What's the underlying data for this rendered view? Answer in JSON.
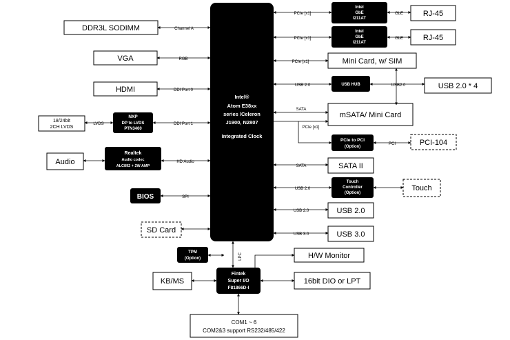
{
  "cpu": {
    "lines": [
      "Intel®",
      "Atom E38xx",
      "series /Celeron",
      "J1900, N2807",
      "",
      "Integrated Clock"
    ]
  },
  "chips": {
    "gbe1": [
      "Intel",
      "GbE",
      "I211AT"
    ],
    "gbe2": [
      "Intel",
      "GbE",
      "I211AT"
    ],
    "usb_hub": [
      "USB HUB"
    ],
    "pcie_pci": [
      "PCIe to PCI",
      "(Option)"
    ],
    "touch_ctrl": [
      "Touch",
      "Controller",
      "(Option)"
    ],
    "nxp": [
      "NXP",
      "DP to LVDS",
      "PTN3460"
    ],
    "realtek": [
      "Realtek",
      "Audio codec",
      "ALC892 + 2W AMP"
    ],
    "bios": [
      "BIOS"
    ],
    "tpm": [
      "TPM",
      "(Option)"
    ],
    "fintek": [
      "Fintek",
      "Super I/O",
      "F81866D-I"
    ]
  },
  "boxes": {
    "rj45_1": "RJ-45",
    "rj45_2": "RJ-45",
    "mini_card_sim": "Mini Card, w/ SIM",
    "usb20x4": "USB 2.0 * 4",
    "msata": "mSATA/ Mini Card",
    "pci104": "PCI-104",
    "sata2": "SATA II",
    "touch": "Touch",
    "usb20": "USB 2.0",
    "usb30": "USB 3.0",
    "ddr3l": "DDR3L SODIMM",
    "vga": "VGA",
    "hdmi": "HDMI",
    "lvds": [
      "18/24bit",
      "2CH LVDS"
    ],
    "audio": "Audio",
    "sdcard": "SD Card",
    "hw_monitor": "H/W Monitor",
    "kbms": "KB/MS",
    "dio_lpt": "16bit DIO or LPT",
    "com": [
      "COM1 ~ 6",
      "COM2&3 support RS232/485/422"
    ]
  },
  "labels": {
    "pcie_x1_a": "PCIe [x1]",
    "gbe_a": "GbE",
    "pcie_x1_b": "PCIe [x1]",
    "gbe_b": "GbE",
    "pcie_x1_c": "PCIe [x1]",
    "usb20_hub": "USB 2.0",
    "usb20_out": "USB2.0",
    "sata_a": "SATA",
    "pcie_x1_d": "PCIe [x1]",
    "pci": "PCI",
    "sata_b": "SATA",
    "usb20_touch": "USB 2.0",
    "usb20_port": "USB 2.0",
    "usb30_port": "USB 3.0",
    "channel_a": "Channel A",
    "rgb": "RGB",
    "ddi0": "DDI Port 0",
    "ddi1": "DDI Port 1",
    "lvds": "LVDS",
    "hd_audio": "HD Audio",
    "spi": "SPI",
    "lpc": "LPC"
  }
}
